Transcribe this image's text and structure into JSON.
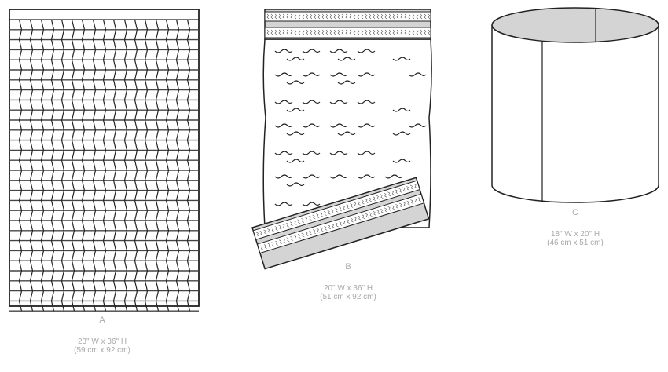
{
  "items": [
    {
      "letter": "A",
      "dims_in": "23\" W x 36\" H",
      "dims_cm": "(59 cm x 92 cm)"
    },
    {
      "letter": "B",
      "dims_in": "20\" W x 36\" H",
      "dims_cm": "(51 cm x 92 cm)"
    },
    {
      "letter": "C",
      "dims_in": "18\" W x 20\" H",
      "dims_cm": "(46 cm x 51 cm)"
    }
  ],
  "colors": {
    "line": "#222222",
    "label": "#a9a9a9",
    "fill_gray": "#d4d4d4"
  }
}
